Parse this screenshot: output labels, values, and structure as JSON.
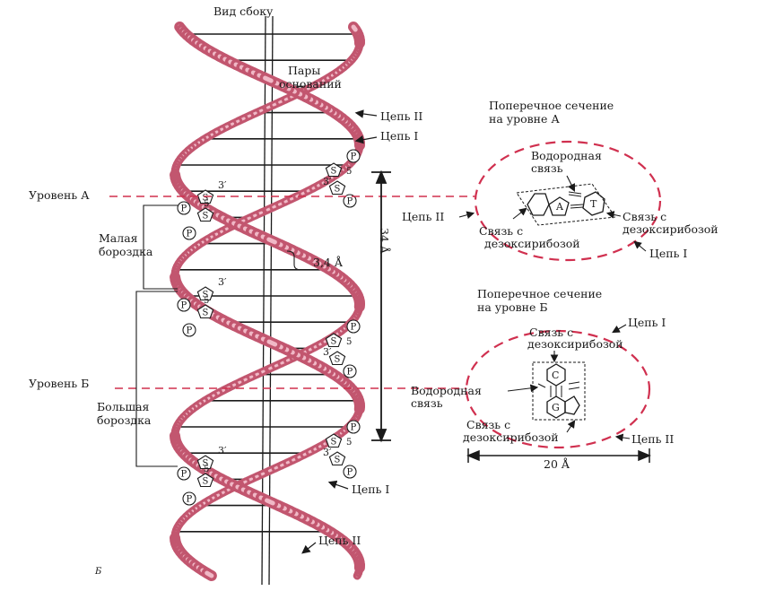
{
  "figure": {
    "side_view": "Вид сбоку",
    "base_pairs": [
      "Пары",
      "оснований"
    ],
    "chain_2": "Цепь II",
    "chain_1": "Цепь I",
    "level_a": "Уровень А",
    "level_b": "Уровень Б",
    "minor_groove": [
      "Малая",
      "бороздка"
    ],
    "major_groove": [
      "Большая",
      "бороздка"
    ],
    "pitch": "34 Å",
    "rise": "3,4 Å",
    "panel_letter": "Б",
    "section_a": [
      "Поперечное сечение",
      "на уровне А"
    ],
    "section_b": [
      "Поперечное сечение",
      "на уровне Б"
    ],
    "hydrogen_bond_a": [
      "Водородная",
      "связь"
    ],
    "hydrogen_bond_b": [
      "Водородная",
      "связь"
    ],
    "deoxyribose_bond_a_left": [
      "Связь с",
      "дезоксирибозой"
    ],
    "deoxyribose_bond_a_right": [
      "Связь с",
      "дезоксирибозой"
    ],
    "deoxyribose_bond_b_top": [
      "Связь с",
      "дезоксирибозой"
    ],
    "deoxyribose_bond_b_bottom": [
      "Связь с",
      "дезоксирибозой"
    ],
    "diameter": "20 Å",
    "base_a": "A",
    "base_t": "T",
    "base_c": "C",
    "base_g": "G",
    "sugar": "S",
    "phosphate": "P",
    "prime_3": "3′",
    "prime_5": "5′",
    "prime_5_short": "5"
  },
  "colors": {
    "strand": "#c2566f",
    "strand_light": "#f0b8c6",
    "dashed": "#d0304f",
    "ink": "#1a1a1a"
  }
}
